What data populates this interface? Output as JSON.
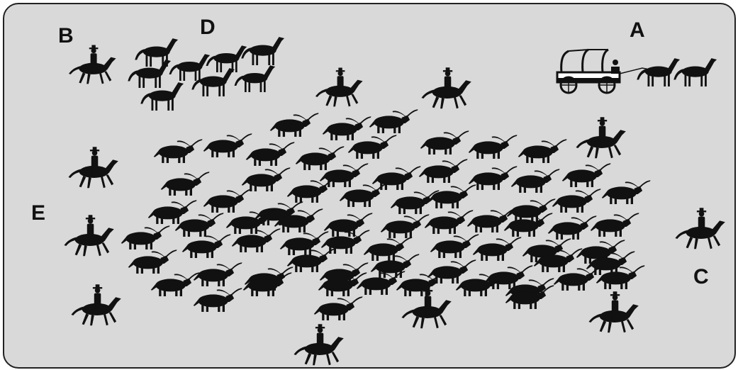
{
  "labels": {
    "a": "A",
    "b": "B",
    "c": "C",
    "d": "D",
    "e": "E"
  },
  "colors": {
    "background": "#d9d9d9",
    "silhouette": "#111111",
    "border": "#222222"
  },
  "icons": [
    "steer-icon",
    "horse-icon",
    "rider-icon",
    "chuck-wagon-icon"
  ]
}
